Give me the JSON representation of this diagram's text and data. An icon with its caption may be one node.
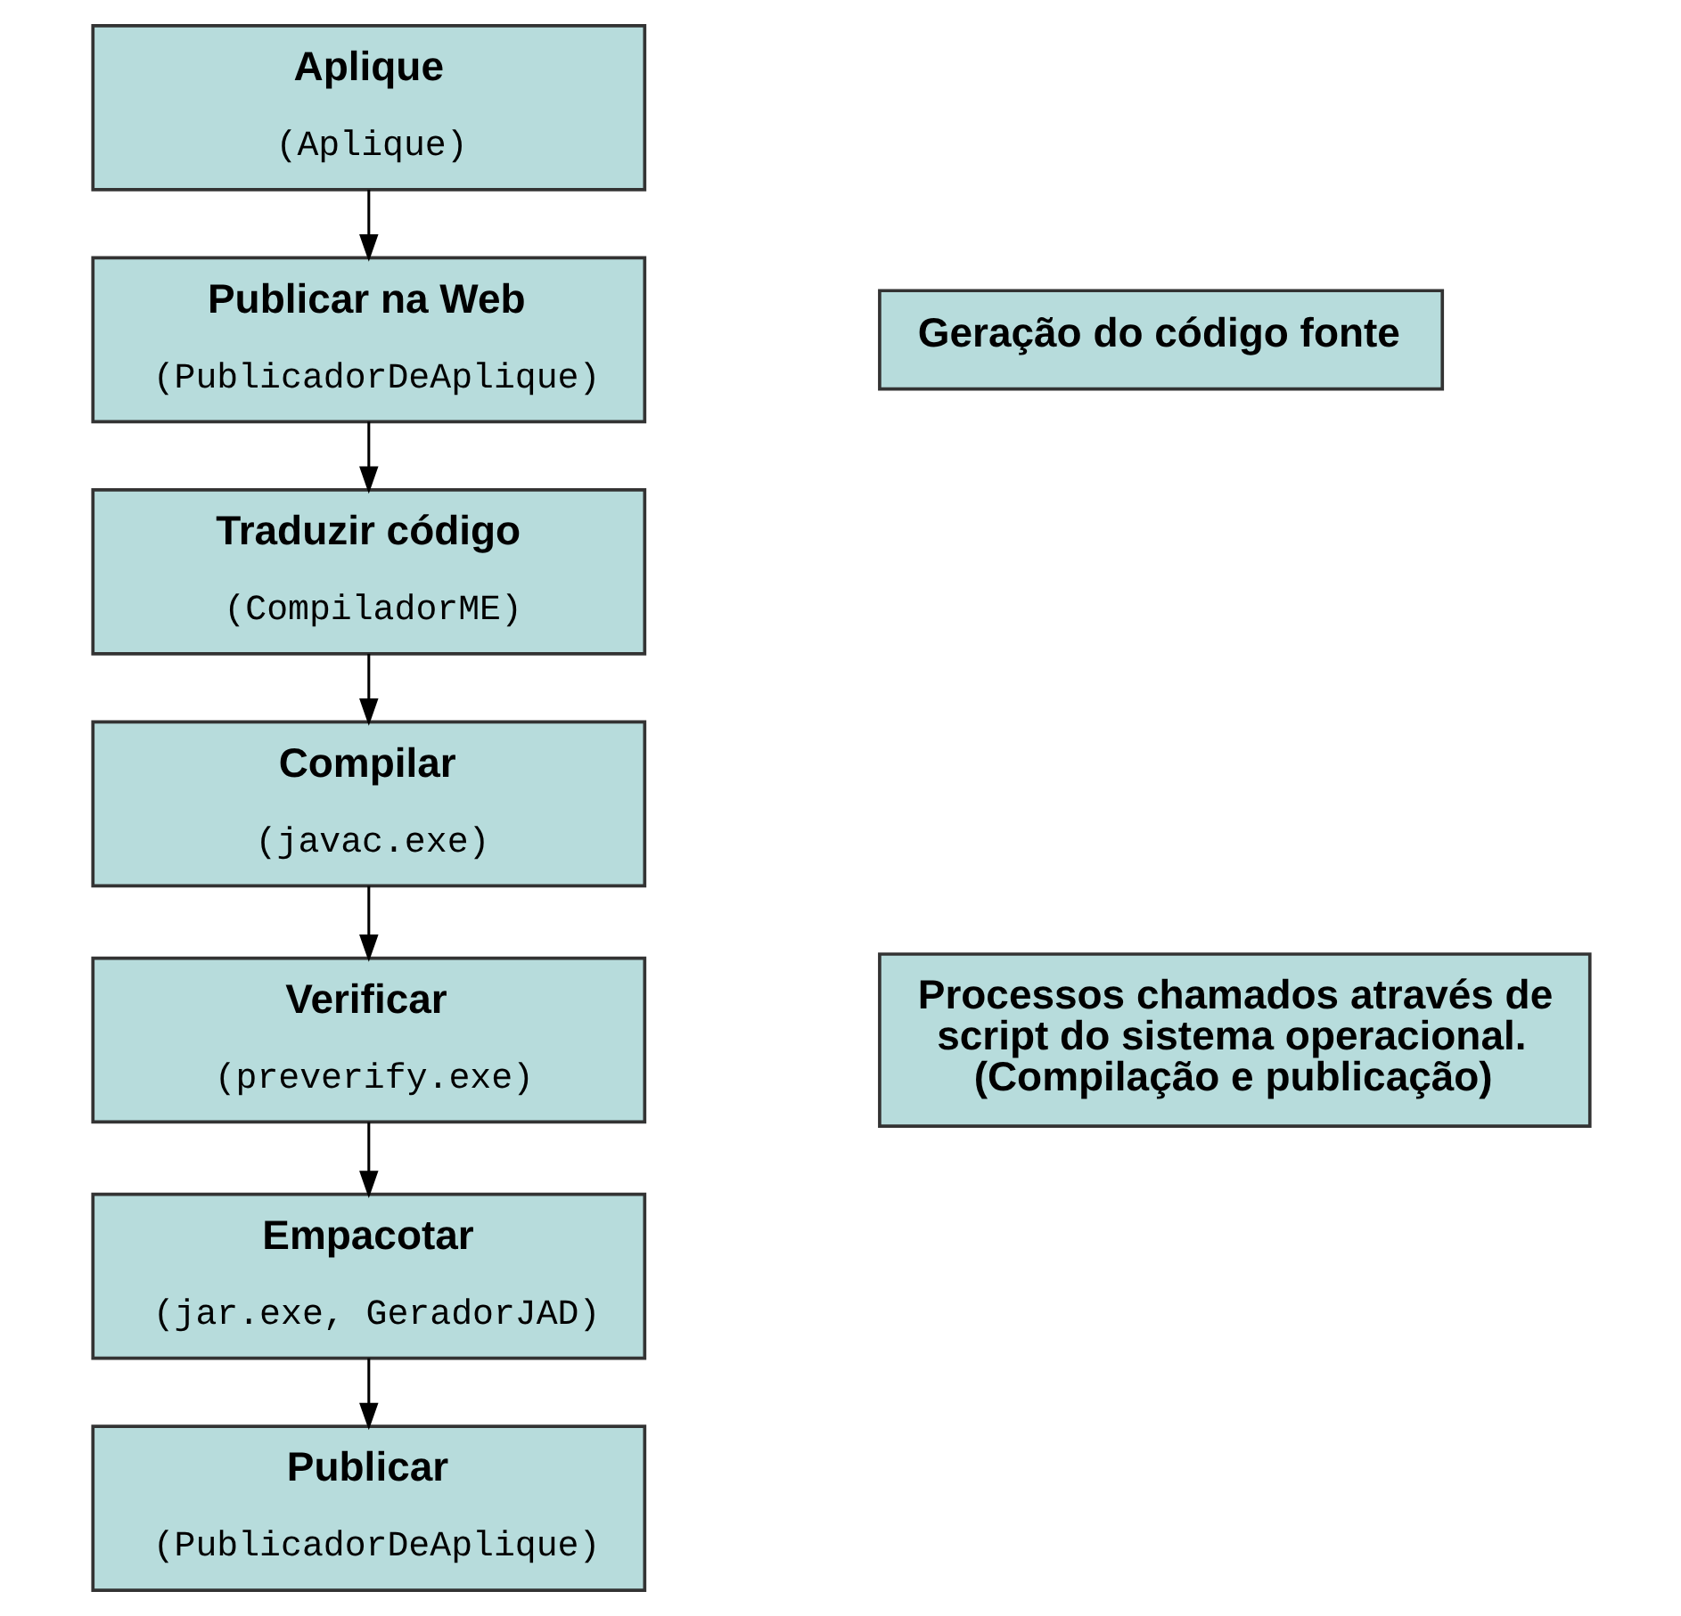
{
  "diagram": {
    "nodes": [
      {
        "text": [
          "Aplique",
          "(Aplique)"
        ]
      },
      {
        "text": [
          "Publicar na Web",
          "(PublicadorDeAplique)"
        ]
      },
      {
        "text": [
          "Traduzir código",
          "(CompiladorME)"
        ]
      },
      {
        "text": [
          "Compilar",
          "(javac.exe)"
        ]
      },
      {
        "text": [
          "Verificar",
          "(preverify.exe)"
        ]
      },
      {
        "text": [
          "Empacotar",
          "(jar.exe, GeradorJAD)"
        ]
      },
      {
        "text": [
          "Publicar",
          "(PublicadorDeAplique)"
        ]
      },
      {
        "text": [
          "Geração do código fonte"
        ]
      },
      {
        "text": [
          "Processos chamados através de script do sistema operacional. (Compilação e publicação)"
        ]
      }
    ],
    "edges": [
      {
        "from": 0,
        "to": 1,
        "arrow": "to"
      },
      {
        "from": 1,
        "to": 2,
        "arrow": "to"
      },
      {
        "from": 2,
        "to": 3,
        "arrow": "to"
      },
      {
        "from": 3,
        "to": 4,
        "arrow": "to"
      },
      {
        "from": 4,
        "to": 5,
        "arrow": "to"
      },
      {
        "from": 5,
        "to": 6,
        "arrow": "to"
      }
    ]
  }
}
